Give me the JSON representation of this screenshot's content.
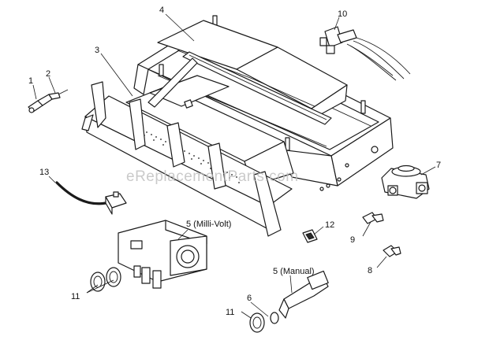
{
  "watermark": "eReplacementParts.com",
  "callouts": [
    {
      "id": "c1",
      "label": "1"
    },
    {
      "id": "c2",
      "label": "2"
    },
    {
      "id": "c3",
      "label": "3"
    },
    {
      "id": "c4",
      "label": "4"
    },
    {
      "id": "c5a",
      "label": "5 (Milli-Volt)"
    },
    {
      "id": "c5b",
      "label": "5 (Manual)"
    },
    {
      "id": "c6",
      "label": "6"
    },
    {
      "id": "c7",
      "label": "7"
    },
    {
      "id": "c8",
      "label": "8"
    },
    {
      "id": "c9",
      "label": "9"
    },
    {
      "id": "c10",
      "label": "10"
    },
    {
      "id": "c11a",
      "label": "11"
    },
    {
      "id": "c11b",
      "label": "11"
    },
    {
      "id": "c12",
      "label": "12"
    },
    {
      "id": "c13",
      "label": "13"
    }
  ]
}
